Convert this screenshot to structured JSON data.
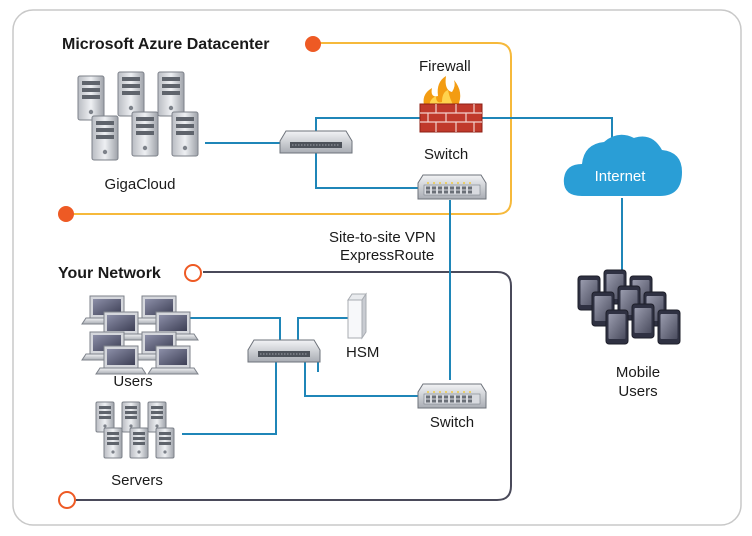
{
  "colors": {
    "frame_border": "#c8c8c8",
    "azure_border": "#f6b93b",
    "azure_dot": "#ee5a24",
    "network_border": "#4a4a5a",
    "network_dot": "#ee5a24",
    "link_line": "#1f86b8",
    "cloud": "#2a9ed6"
  },
  "azure": {
    "title": "Microsoft Azure Datacenter",
    "gigacloud_label": "GigaCloud",
    "firewall_label": "Firewall",
    "switch_label": "Switch"
  },
  "vpn": {
    "line1": "Site-to-site VPN",
    "line2": "ExpressRoute"
  },
  "network": {
    "title": "Your Network",
    "users_label": "Users",
    "servers_label": "Servers",
    "hsm_label": "HSM",
    "switch_label": "Switch"
  },
  "internet": {
    "label": "Internet"
  },
  "mobile": {
    "line1": "Mobile",
    "line2": "Users"
  },
  "icons": [
    "server-icon",
    "router-icon",
    "firewall-icon",
    "switch-icon",
    "cloud-icon",
    "laptop-icon",
    "hsm-icon",
    "mobile-device-icon"
  ]
}
